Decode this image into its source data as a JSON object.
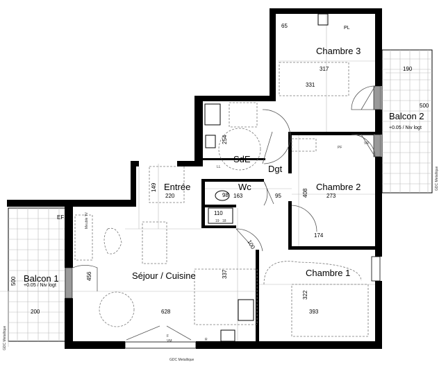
{
  "rooms": {
    "chambre3": {
      "label": "Chambre 3",
      "dim_w": "317",
      "dim_h": "331",
      "dim_top": "65",
      "pl": "PL"
    },
    "balcon2": {
      "label": "Balcon 2",
      "level": "+0.05 / Niv logt",
      "dim_w": "190",
      "dim_h": "500",
      "gdc": "GDC Metallique"
    },
    "sde": {
      "label": "SdE",
      "dim": "254",
      "ll": "LL"
    },
    "dgt": {
      "label": "Dgt"
    },
    "wc": {
      "label": "Wc",
      "dim_w": "163",
      "dim_d": "98",
      "dim_door": "95"
    },
    "chambre2": {
      "label": "Chambre 2",
      "dim_w": "273",
      "dim_h": "408",
      "closet": "174",
      "pf": "PF",
      "vr": "VR"
    },
    "entree": {
      "label": "Entrée",
      "dim_w": "220",
      "dim_h": "149"
    },
    "placard": {
      "dim_w": "110",
      "dim_a": "18",
      "dim_b": "19"
    },
    "sejour": {
      "label": "Séjour / Cuisine",
      "dim_w": "628",
      "dim_h": "337",
      "dim_door": "100",
      "dim_window": "456",
      "f": "F",
      "vm": "VM",
      "r": "R",
      "ef": "EF",
      "meuble": "Meuble TV",
      "gdc": "GDC Metallique"
    },
    "chambre1": {
      "label": "Chambre 1",
      "dim_w": "393",
      "dim_h": "322"
    },
    "balcon1": {
      "label": "Balcon 1",
      "level": "+0.05 / Niv logt",
      "dim_w": "200",
      "dim_h": "500",
      "gdc": "GDC Metallique"
    }
  }
}
